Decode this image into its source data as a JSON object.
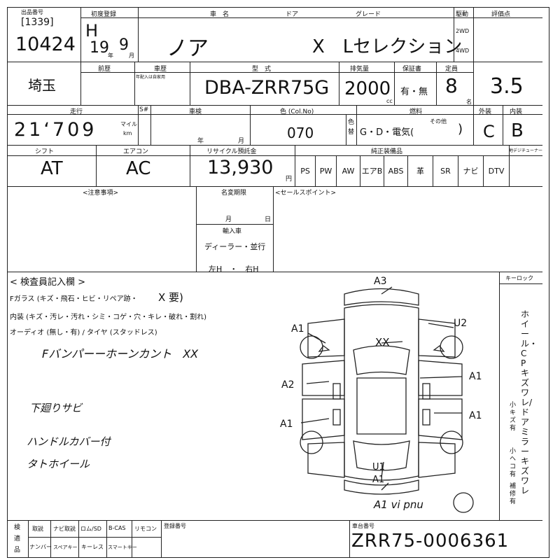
{
  "header": {
    "small_top": "出品番号",
    "lot_code": "[1339]",
    "lot_number": "10424",
    "label_first_reg": "初度登録",
    "first_reg_era": "H",
    "first_reg_year": "19",
    "first_reg_year_unit": "年",
    "first_reg_month": "9",
    "first_reg_month_unit": "月",
    "label_car_name": "車　名",
    "car_name": "ノア",
    "label_door": "ドア",
    "label_grade": "グレード",
    "grade": "X　Lセレクション",
    "label_drive": "駆動",
    "drive_2wd": "2WD",
    "drive_4wd": "4WD",
    "label_score": "評価点",
    "score": "3.5"
  },
  "row2": {
    "region": "埼玉",
    "label_prev": "前歴",
    "label_prev2": "車歴",
    "prev_note": "年配入は自家用",
    "label_model": "型　式",
    "model": "DBA-ZRR75G",
    "label_displacement": "排気量",
    "displacement": "2000",
    "displacement_unit": "cc",
    "label_warranty": "保証書",
    "warranty": "有・無",
    "label_capacity": "定員",
    "capacity": "8",
    "capacity_unit": "名"
  },
  "row3": {
    "label_mileage": "走行",
    "mileage": "21ʻ709",
    "mileage_unit_mile": "マイル",
    "mileage_unit_km": "km",
    "label_s": "S#",
    "label_inspection": "車検",
    "inspection_year": "年",
    "inspection_month": "月",
    "label_color": "色 (Col.No)",
    "color_no": "070",
    "label_color_change": "色替",
    "label_fuel": "燃料",
    "fuel": "G・D・電気(",
    "fuel_other": "その他",
    "fuel_close": ")",
    "label_exterior": "外装",
    "exterior": "C",
    "label_interior": "内装",
    "interior": "B"
  },
  "row4": {
    "label_shift": "シフト",
    "shift": "AT",
    "label_ac": "エアコン",
    "ac": "AC",
    "label_recycle": "リサイクル預託金",
    "recycle": "13,930",
    "recycle_unit": "円",
    "label_equipment": "純正装備品",
    "label_tuner": "地デジチューナー",
    "options": [
      "PS",
      "PW",
      "AW",
      "エアB",
      "ABS",
      "革",
      "SR",
      "ナビ",
      "DTV"
    ]
  },
  "notes": {
    "label_caution": "<注意事項>",
    "label_name_change": "名変期限",
    "label_month": "月",
    "label_day": "日",
    "label_import": "輸入車",
    "import_type": "ディーラー・並行",
    "handle": "左H　・　右H",
    "label_sales_point": "<セールスポイント>"
  },
  "inspector": {
    "title": "< 検査員記入欄 >",
    "line1": "Fガラス (キズ・飛石・ヒビ・リペア跡・",
    "line1_mark": "X 要)",
    "line2": "内装 (キズ・汚レ・汚れ・シミ・コゲ・穴・キレ・破れ・割れ)",
    "line3": "オーディオ (無し・有) / タイヤ (スタッドレス)",
    "hand1": "Fバンパーーホーンカント　XX",
    "hand2": "下廻りサビ",
    "hand3": "ハンドルカバー付",
    "hand4": "タトホイール",
    "label_keylock": "キーロック",
    "vertical_note": "ホイール・CPキズワレ/ドアミラーキズワレ",
    "vertical_note2": "小キズ有",
    "vertical_note3": "小ヘコ有",
    "vertical_note4": "補修有"
  },
  "diagram_marks": {
    "a3": "A3",
    "u2": "U2",
    "a1_tl": "A1",
    "xx": "XX",
    "a1_r1": "A1",
    "a2": "A2",
    "a1_r2": "A1",
    "a1_l": "A1",
    "u1": "U1",
    "a1_b": "A1",
    "bottom_note": "A1 vi pnu"
  },
  "footer": {
    "label_cert": "検適品",
    "items_top": [
      "取説",
      "ナビ取説",
      "ロム/SD",
      "B-CAS",
      "リモコン"
    ],
    "items_bottom": [
      "ナンバー",
      "スペアキー",
      "キーレス",
      "スマートキー"
    ],
    "label_reg_no": "登録番号",
    "label_chassis": "車台番号",
    "chassis": "ZRR75-0006361"
  }
}
